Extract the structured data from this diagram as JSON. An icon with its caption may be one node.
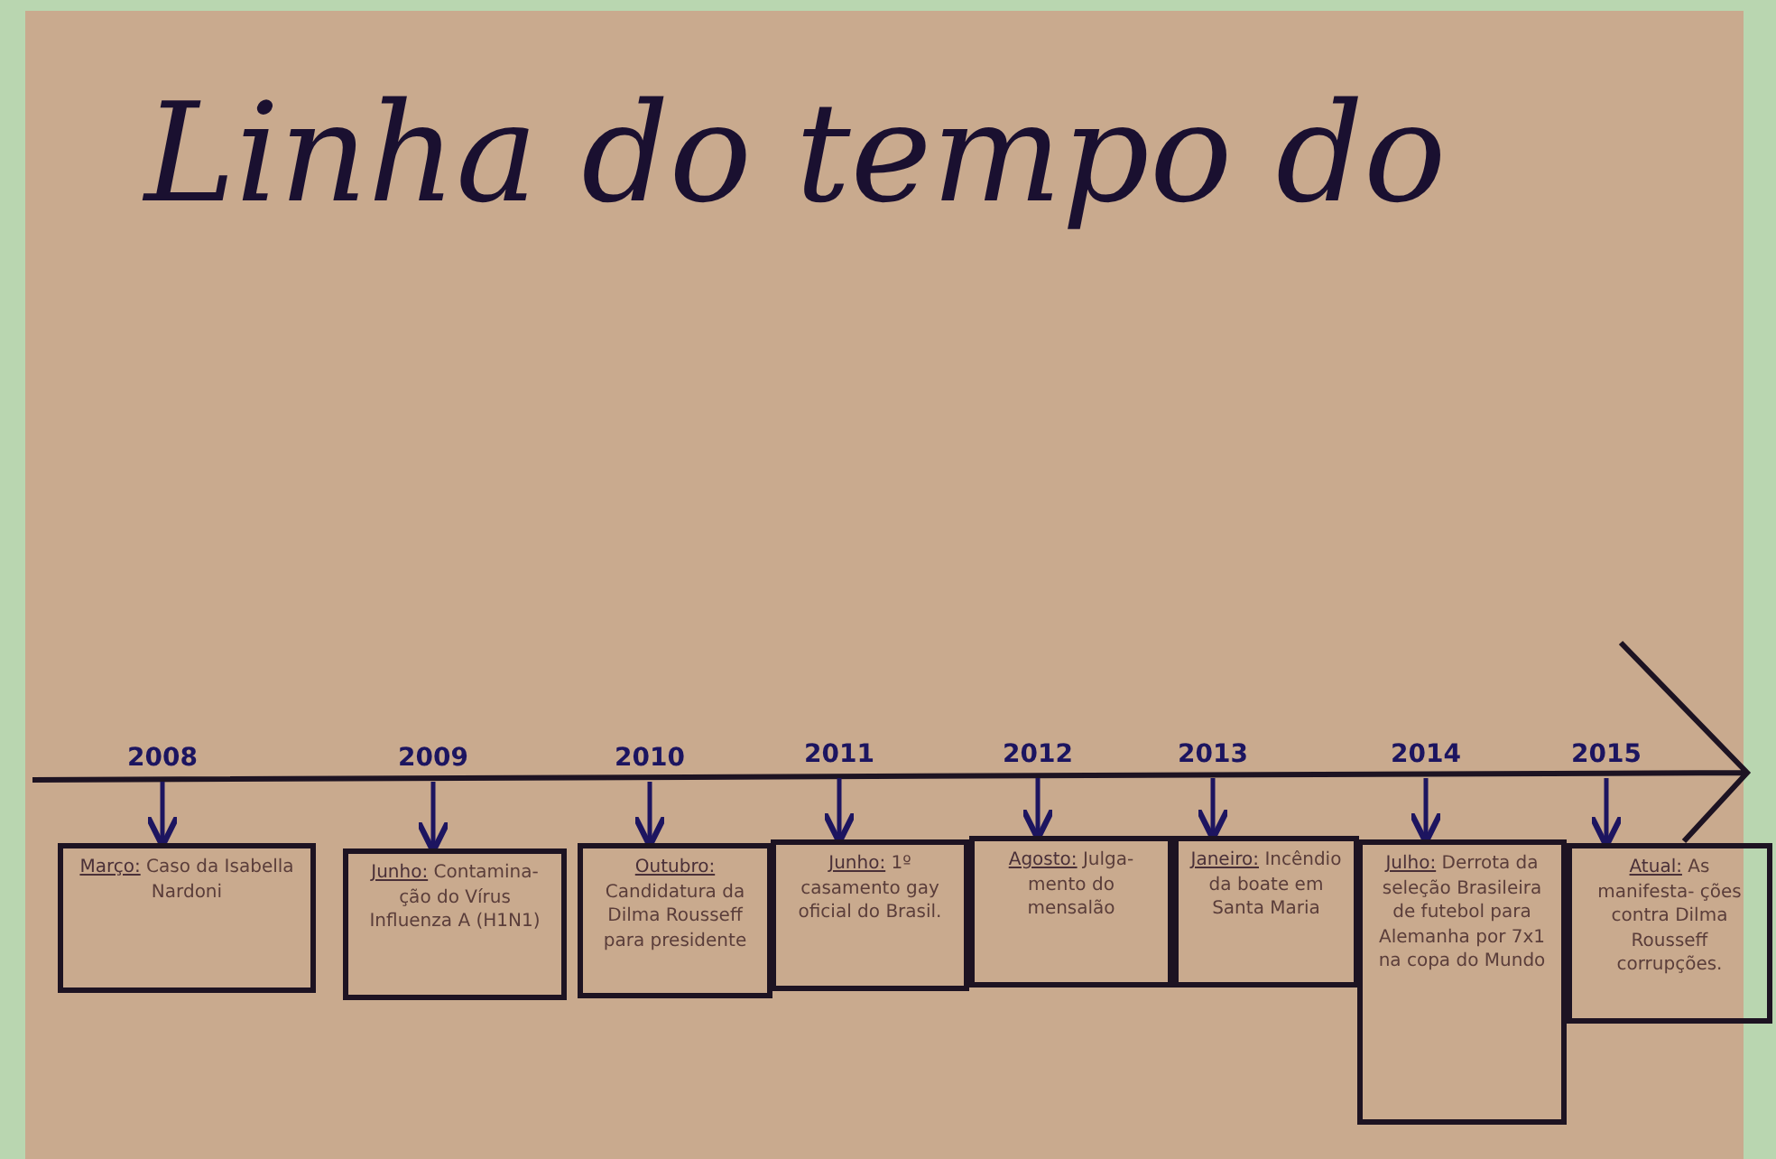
{
  "diagram": {
    "title": "Linha do tempo do",
    "nodes": [
      {
        "text": [
          "2008"
        ]
      },
      {
        "text": [
          "Março:",
          "Caso da Isabella Nardoni"
        ]
      },
      {
        "text": [
          "2009"
        ]
      },
      {
        "text": [
          "Junho:",
          "Contamina- ção do Vírus Influenza A (H1N1)"
        ]
      },
      {
        "text": [
          "2010"
        ]
      },
      {
        "text": [
          "Outubro:",
          "Candidatura da Dilma Rousseff para presidente"
        ]
      },
      {
        "text": [
          "2011"
        ]
      },
      {
        "text": [
          "Junho:",
          "1º casamento gay oficial do Brasil."
        ]
      },
      {
        "text": [
          "2012"
        ]
      },
      {
        "text": [
          "Agosto:",
          "Julga- mento do mensalão"
        ]
      },
      {
        "text": [
          "2013"
        ]
      },
      {
        "text": [
          "Janeiro:",
          "Incêndio da boate em Santa Maria"
        ]
      },
      {
        "text": [
          "2014"
        ]
      },
      {
        "text": [
          "Julho:",
          "Derrota da seleção Brasileira de futebol para Alemanha por 7x1 na copa do Mundo"
        ]
      },
      {
        "text": [
          "2015"
        ]
      },
      {
        "text": [
          "Atual:",
          "As manifesta- ções contra Dilma Rousseff corrupções."
        ]
      }
    ],
    "edges": [
      {
        "from": 0,
        "to": 1,
        "arrow": "to"
      },
      {
        "from": 2,
        "to": 3,
        "arrow": "to"
      },
      {
        "from": 4,
        "to": 5,
        "arrow": "to"
      },
      {
        "from": 6,
        "to": 7,
        "arrow": "to"
      },
      {
        "from": 8,
        "to": 9,
        "arrow": "to"
      },
      {
        "from": 10,
        "to": 11,
        "arrow": "to"
      },
      {
        "from": 12,
        "to": 13,
        "arrow": "to"
      },
      {
        "from": 14,
        "to": 15,
        "arrow": "to"
      }
    ]
  }
}
